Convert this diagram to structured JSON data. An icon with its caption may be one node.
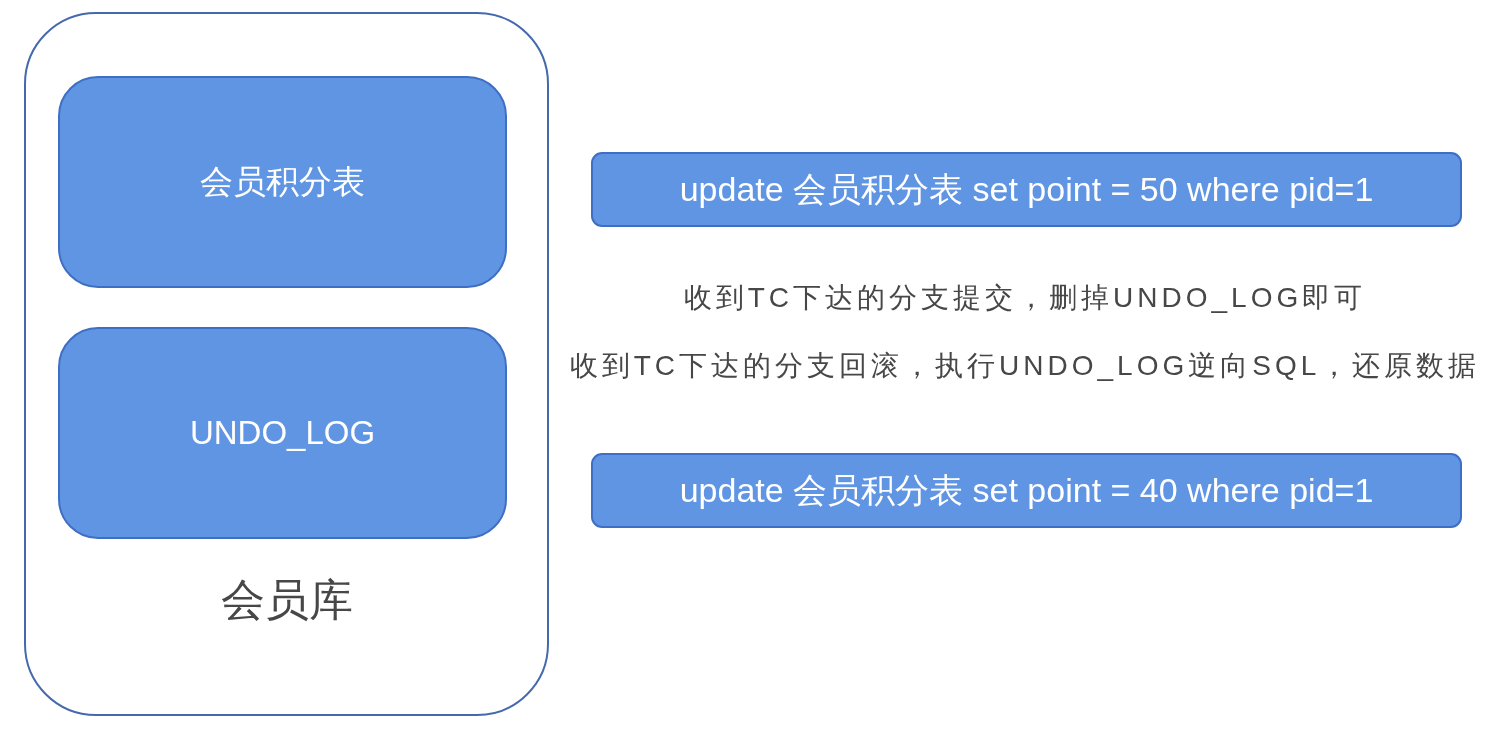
{
  "diagram": {
    "nodes": [
      {
        "text": [
          "会员库"
        ]
      },
      {
        "text": [
          "会员积分表"
        ],
        "in": 0
      },
      {
        "text": [
          "UNDO_LOG"
        ],
        "in": 0
      },
      {
        "text": [
          "update 会员积分表 set point = 50 where pid=1"
        ]
      },
      {
        "text": [
          "update 会员积分表 set point = 40 where pid=1"
        ]
      }
    ],
    "labels": [
      "收到TC下达的分支提交，删掉UNDO_LOG即可",
      "收到TC下达的分支回滚，执行UNDO_LOG逆向SQL，还原数据"
    ]
  }
}
